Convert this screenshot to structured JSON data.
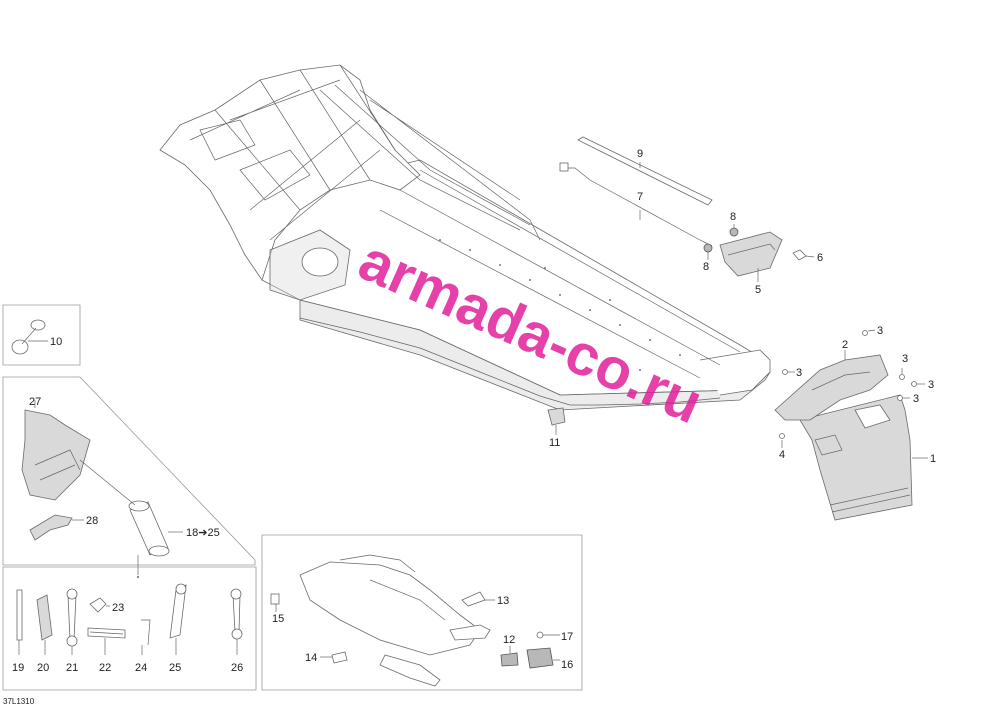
{
  "diagram": {
    "reference_code": "37L1310",
    "watermark": {
      "text": "armada-co.ru",
      "color": "#e0209a"
    },
    "callouts": {
      "c1": "1",
      "c2": "2",
      "c3a": "3",
      "c3b": "3",
      "c3c": "3",
      "c3d": "3",
      "c3e": "3",
      "c4": "4",
      "c5": "5",
      "c6": "6",
      "c7": "7",
      "c8a": "8",
      "c8b": "8",
      "c9": "9",
      "c10": "10",
      "c11": "11",
      "c12": "12",
      "c13": "13",
      "c14": "14",
      "c15": "15",
      "c16": "16",
      "c17": "17",
      "c18": "18➔25",
      "c19": "19",
      "c20": "20",
      "c21": "21",
      "c22": "22",
      "c23": "23",
      "c24": "24",
      "c25": "25",
      "c26": "26",
      "c27": "27",
      "c28": "28"
    }
  }
}
